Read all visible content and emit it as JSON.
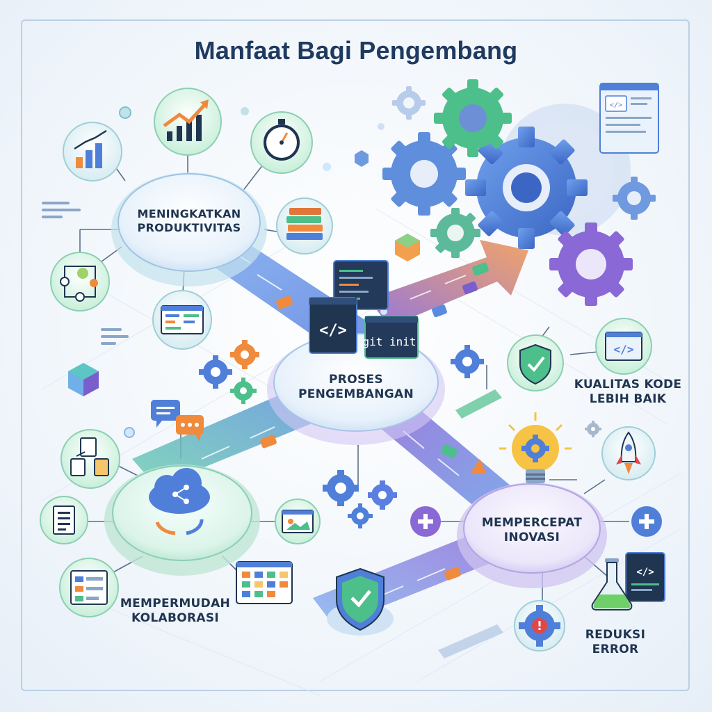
{
  "title": "Manfaat Bagi Pengembang",
  "center": {
    "line1": "PROSES",
    "line2": "PENGEMBANGAN"
  },
  "nodes": {
    "productivity": {
      "line1": "MENINGKATKAN",
      "line2": "PRODUKTIVITAS"
    },
    "collaboration": {
      "line1": "MEMPERMUDAH",
      "line2": "KOLABORASI"
    },
    "innovation": {
      "line1": "MEMPERCEPAT",
      "line2": "INOVASI"
    },
    "quality": {
      "line1": "KUALITAS KODE",
      "line2": "LEBIH BAIK"
    },
    "error": {
      "line1": "REDUKSI",
      "line2": "ERROR"
    }
  },
  "terminal": {
    "command": "git init",
    "code_symbol": "</>"
  },
  "icons": {
    "growth_chart": "growth-chart-icon",
    "bar_chart": "bar-chart-icon",
    "stopwatch": "stopwatch-icon",
    "books": "books-icon",
    "workflow": "workflow-icon",
    "kanban": "kanban-board-icon",
    "chat": "chat-bubbles-icon",
    "cloud_share": "cloud-share-icon",
    "documents": "documents-icon",
    "image_window": "image-window-icon",
    "shield_check": "shield-check-icon",
    "code_window": "code-window-icon",
    "lightbulb": "lightbulb-gear-icon",
    "rocket": "rocket-icon",
    "flask": "flask-icon",
    "error_gear": "error-gear-icon",
    "plus": "plus-icon",
    "gears": "gears-icon"
  },
  "colors": {
    "navy": "#1f3a5f",
    "blue": "#4f7fd8",
    "green": "#4cbf8a",
    "purple": "#8a68d6",
    "orange": "#f08a3c",
    "teal": "#5cc6c4"
  }
}
